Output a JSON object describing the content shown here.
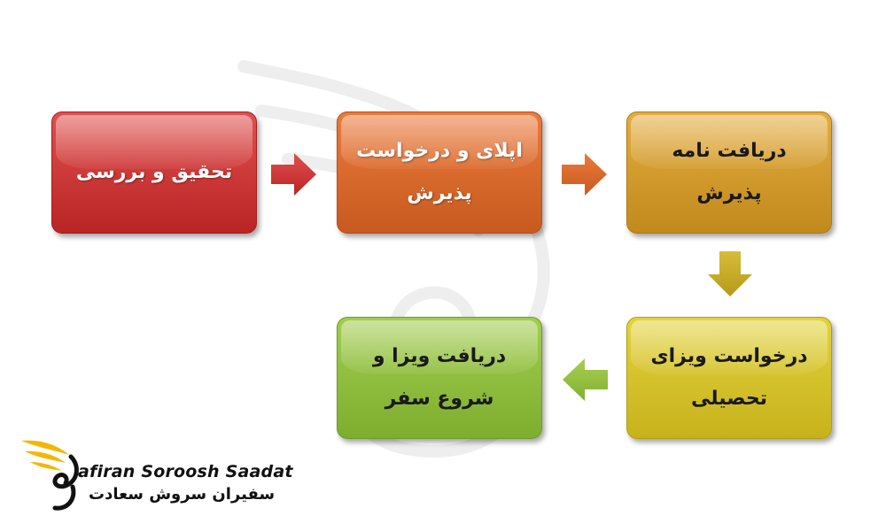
{
  "steps": [
    {
      "lines": [
        "تحقیق و بررسی"
      ],
      "color": "#c62f2d"
    },
    {
      "lines": [
        "اپلای و درخواست",
        "پذیرش"
      ],
      "color": "#d8662a"
    },
    {
      "lines": [
        "دریافت نامه",
        "پذیرش"
      ],
      "color": "#d19a2a"
    },
    {
      "lines": [
        "درخواست ویزای",
        "تحصیلی"
      ],
      "color": "#d4c128"
    },
    {
      "lines": [
        "دریافت ویزا و",
        "شروع سفر"
      ],
      "color": "#8fbe3c"
    }
  ],
  "logo": {
    "english": "afiran Soroosh Saadat",
    "persian": "سفیران سروش سعادت",
    "accent": "#f2b705"
  }
}
